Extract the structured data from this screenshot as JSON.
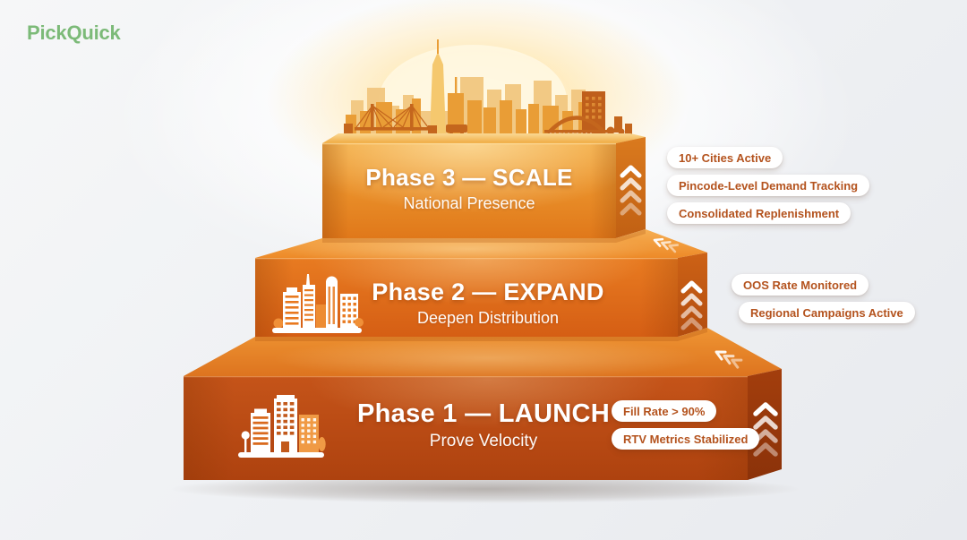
{
  "brand": {
    "name": "PickQuick",
    "color": "#7cba78"
  },
  "diagram": {
    "type": "3-step-staircase-roadmap",
    "phases": [
      {
        "id": "phase-1",
        "title": "Phase 1 — LAUNCH",
        "subtitle": "Prove Velocity",
        "badges": [
          "Fill Rate > 90%",
          "RTV Metrics Stabilized"
        ],
        "front_color": "#bf4e15"
      },
      {
        "id": "phase-2",
        "title": "Phase 2 — EXPAND",
        "subtitle": "Deepen Distribution",
        "badges": [
          "OOS Rate Monitored",
          "Regional Campaigns Active"
        ],
        "front_color": "#e06a1e"
      },
      {
        "id": "phase-3",
        "title": "Phase 3 — SCALE",
        "subtitle": "National Presence",
        "badges": [
          "10+ Cities Active",
          "Pincode-Level Demand Tracking",
          "Consolidated Replenishment"
        ],
        "front_color": "#ec9230"
      }
    ],
    "icons": [
      "city-skyline-illustration",
      "sun-glow",
      "buildings-icon-phase-2",
      "buildings-icon-phase-1",
      "chevrons-up-icon",
      "step-direction-marks-icon"
    ],
    "badge_text_color": "#b4531e",
    "background_color": "#eef0f3"
  }
}
